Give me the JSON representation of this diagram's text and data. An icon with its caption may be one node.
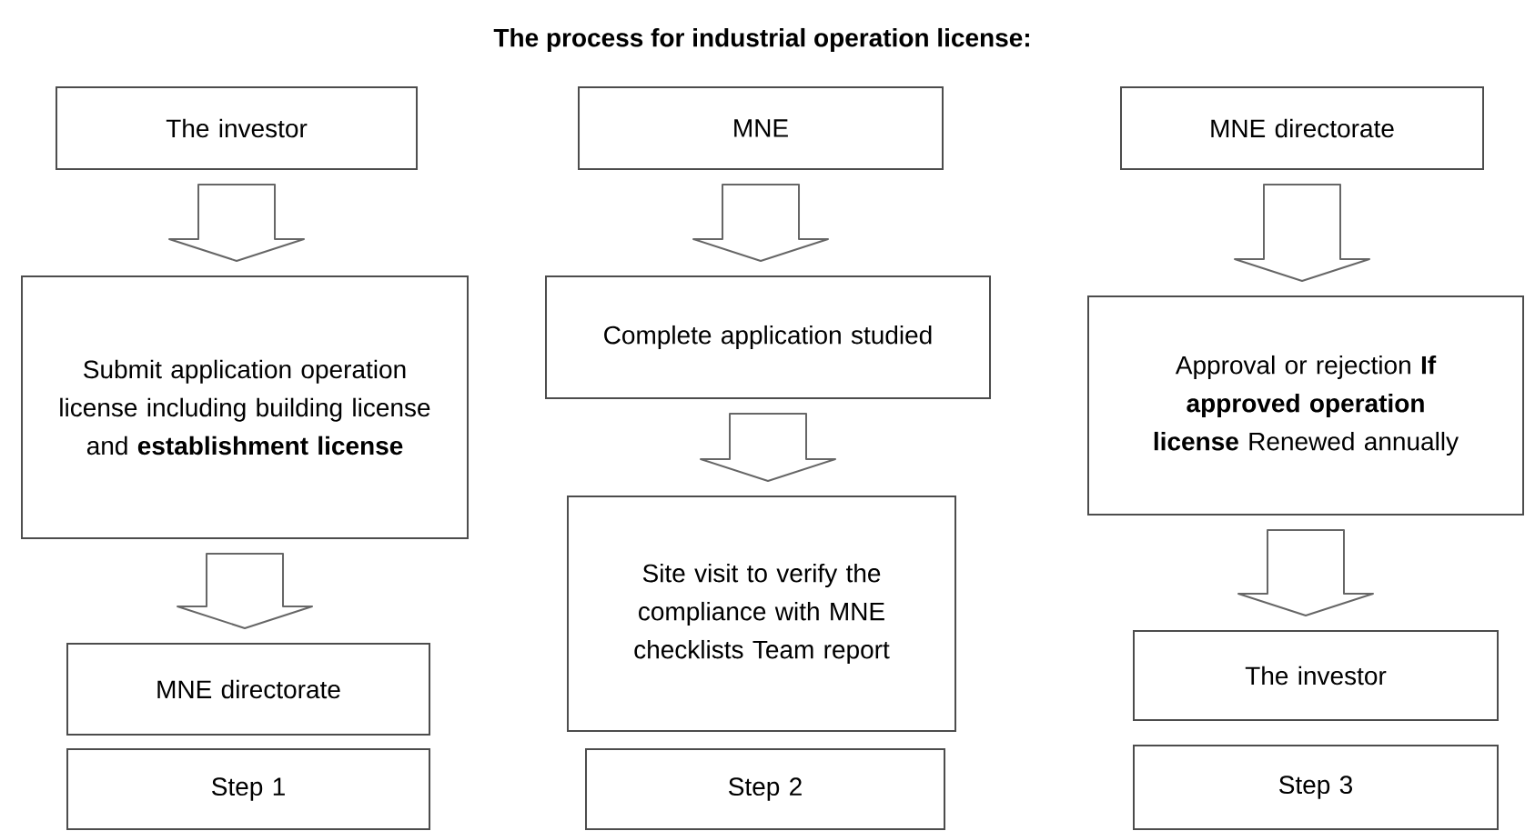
{
  "diagram": {
    "title": "The process for industrial operation license:",
    "nodes": [
      {
        "text": [
          "The investor"
        ]
      },
      {
        "text": [
          "Submit application operation license including building license and **establishment license**"
        ]
      },
      {
        "text": [
          "MNE directorate"
        ]
      },
      {
        "text": [
          "Step 1"
        ]
      },
      {
        "text": [
          "MNE"
        ]
      },
      {
        "text": [
          "Complete application studied"
        ]
      },
      {
        "text": [
          "Site visit to verify the compliance with MNE checklists Team report"
        ]
      },
      {
        "text": [
          "Step 2"
        ]
      },
      {
        "text": [
          "MNE directorate"
        ]
      },
      {
        "text": [
          "Approval or rejection **If approved operation license** Renewed annually"
        ]
      },
      {
        "text": [
          "The investor"
        ]
      },
      {
        "text": [
          "Step 3"
        ]
      }
    ],
    "edges": [
      {
        "from": 0,
        "to": 1,
        "arrow": "to"
      },
      {
        "from": 1,
        "to": 2,
        "arrow": "to"
      },
      {
        "from": 4,
        "to": 5,
        "arrow": "to"
      },
      {
        "from": 5,
        "to": 6,
        "arrow": "to"
      },
      {
        "from": 8,
        "to": 9,
        "arrow": "to"
      },
      {
        "from": 9,
        "to": 10,
        "arrow": "to"
      }
    ]
  }
}
